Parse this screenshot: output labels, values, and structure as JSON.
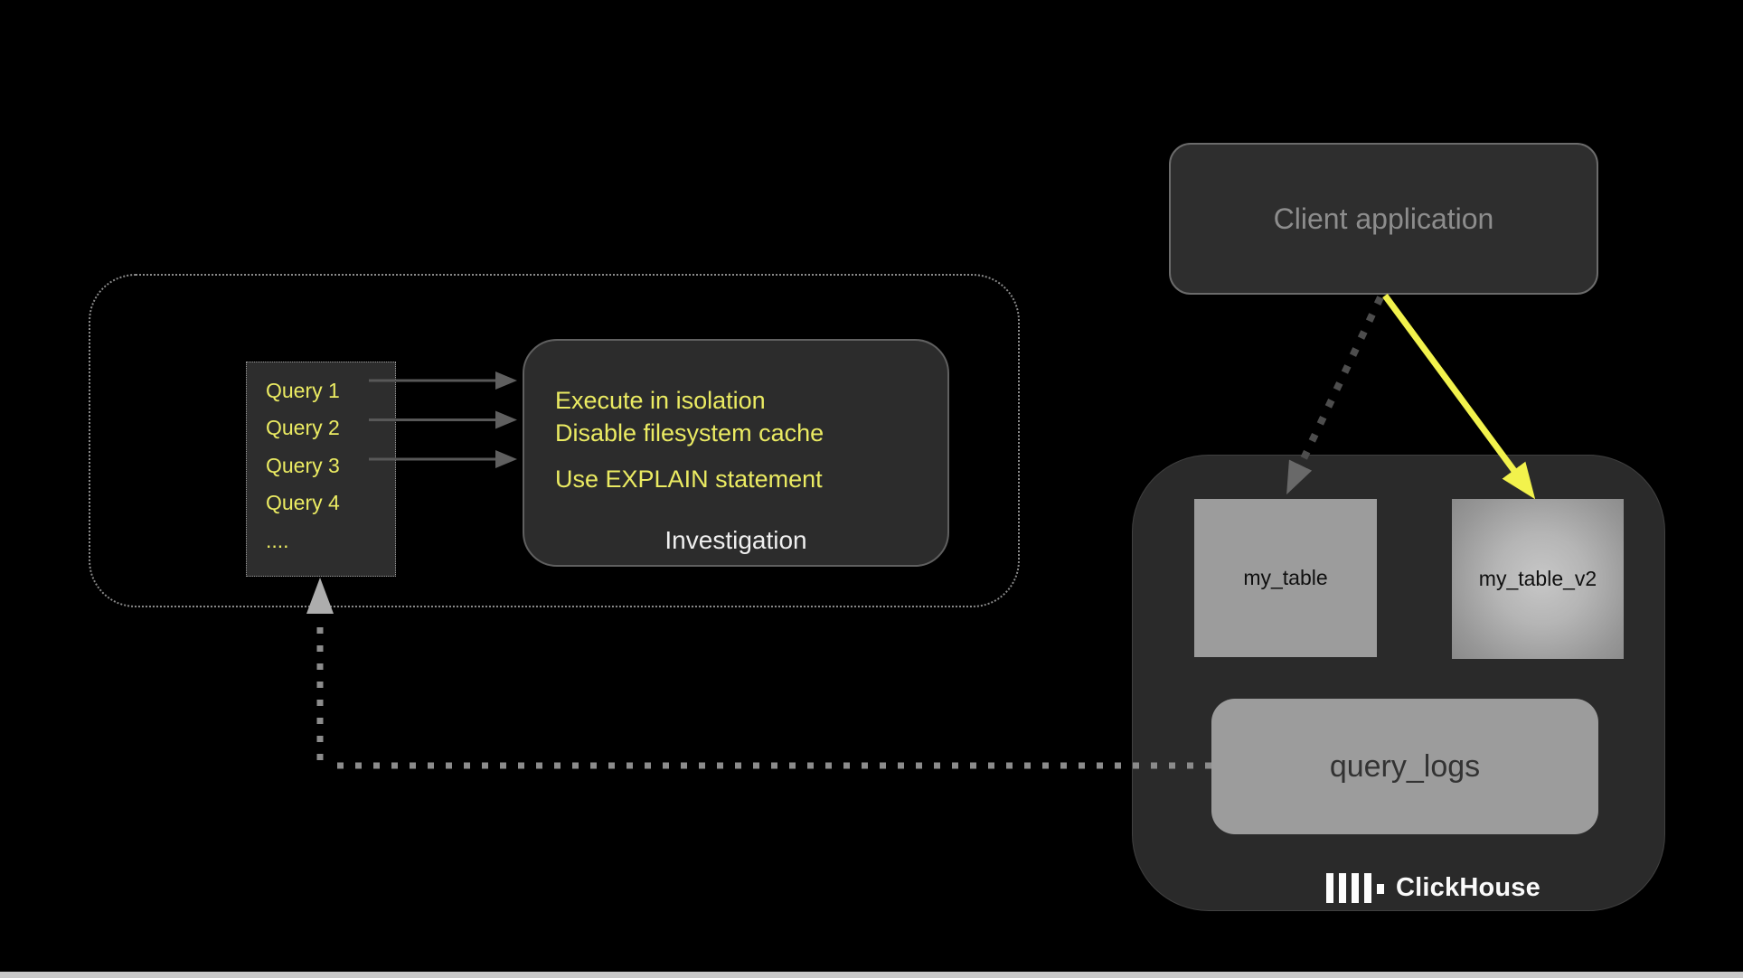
{
  "diagram": {
    "investigation_group": {
      "query_list": [
        "Query 1",
        "Query 2",
        "Query 3",
        "Query 4",
        "...."
      ],
      "tips": [
        "Execute in isolation",
        "Disable filesystem cache",
        "Use EXPLAIN statement"
      ],
      "box_label": "Investigation"
    },
    "client_application": {
      "label": "Client application"
    },
    "clickhouse": {
      "tables": [
        "my_table",
        "my_table_v2"
      ],
      "query_logs": "query_logs",
      "brand": "ClickHouse"
    },
    "colors": {
      "background": "#000000",
      "panel_dark": "#2c2c2c",
      "table_gray": "#9c9c9c",
      "text_yellow": "#ebeb62",
      "arrow_yellow": "#f2f24c",
      "arrow_gray": "#585858",
      "dotted_gray": "#8c8c8c",
      "bottom_bar": "#c9c9c9"
    }
  }
}
